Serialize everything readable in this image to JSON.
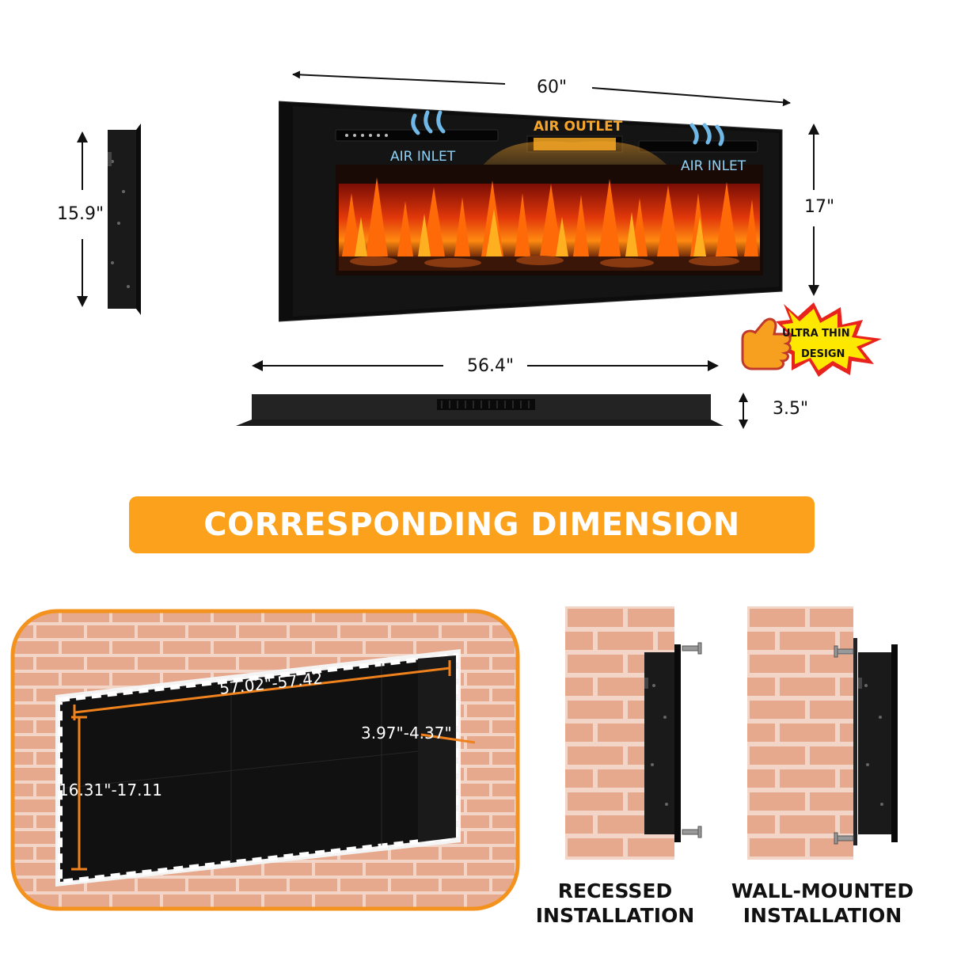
{
  "dimensions": {
    "front_width": "60\"",
    "front_height": "17\"",
    "side_height": "15.9\"",
    "bottom_width": "56.4\"",
    "depth": "3.5\""
  },
  "airflow": {
    "outlet": "AIR OUTLET",
    "inlet_left": "AIR INLET",
    "inlet_right": "AIR INLET"
  },
  "badge": {
    "line1": "ULTRA THIN",
    "line2": "DESIGN"
  },
  "banner": {
    "title": "CORRESPONDING DIMENSION"
  },
  "cutout": {
    "width": "57.02\"-57.42",
    "height": "16.31\"-17.11",
    "depth": "3.97\"-4.37\""
  },
  "installations": {
    "recessed_line1": "RECESSED",
    "recessed_line2": "INSTALLATION",
    "wall_line1": "WALL-MOUNTED",
    "wall_line2": "INSTALLATION"
  },
  "colors": {
    "accent_orange": "#fba11b",
    "dim_orange": "#f0821e",
    "air_inlet_blue": "#8fd0f5",
    "air_outlet_orange": "#f7a42b",
    "badge_yellow": "#ffe800",
    "badge_red": "#e8231d",
    "brick": "#e7a98d",
    "mortar": "#f2d5c6"
  }
}
